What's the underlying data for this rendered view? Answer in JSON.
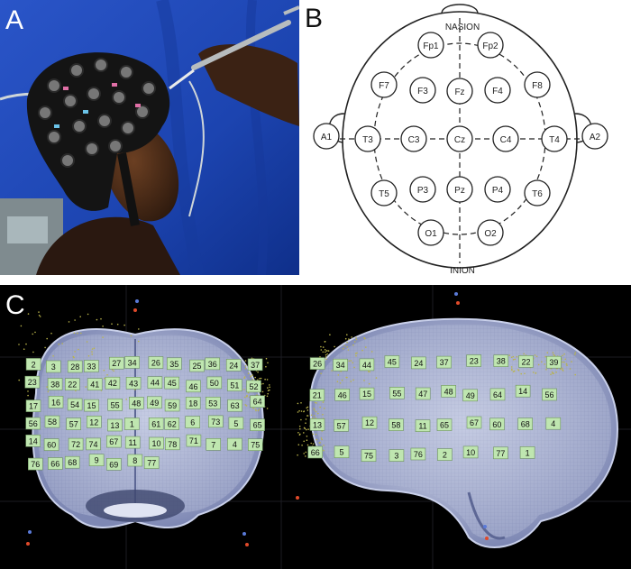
{
  "panels": {
    "a": {
      "label": "A"
    },
    "b": {
      "label": "B"
    },
    "c": {
      "label": "C"
    }
  },
  "montage": {
    "nasion": "NASION",
    "inion": "INION",
    "electrodes": [
      "Fp1",
      "Fp2",
      "F7",
      "F3",
      "Fz",
      "F4",
      "F8",
      "A1",
      "T3",
      "C3",
      "Cz",
      "C4",
      "T4",
      "A2",
      "T5",
      "P3",
      "Pz",
      "P4",
      "T6",
      "O1",
      "O2"
    ]
  },
  "brain_front": {
    "labels": [
      "2",
      "3",
      "28",
      "33",
      "27",
      "34",
      "26",
      "35",
      "25",
      "36",
      "24",
      "37",
      "23",
      "38",
      "22",
      "41",
      "42",
      "43",
      "44",
      "45",
      "46",
      "50",
      "51",
      "52",
      "17",
      "16",
      "54",
      "15",
      "55",
      "48",
      "49",
      "59",
      "18",
      "53",
      "63",
      "64",
      "56",
      "58",
      "57",
      "12",
      "13",
      "1",
      "61",
      "62",
      "6",
      "73",
      "5",
      "65",
      "14",
      "60",
      "72",
      "74",
      "67",
      "11",
      "10",
      "78",
      "71",
      "7",
      "4",
      "75",
      "76",
      "66",
      "68",
      "9",
      "69",
      "8",
      "77"
    ]
  },
  "brain_side": {
    "labels": [
      "26",
      "34",
      "44",
      "45",
      "24",
      "37",
      "23",
      "38",
      "22",
      "39",
      "21",
      "46",
      "15",
      "55",
      "47",
      "48",
      "49",
      "64",
      "14",
      "56",
      "13",
      "57",
      "12",
      "58",
      "11",
      "65",
      "67",
      "60",
      "68",
      "4",
      "66",
      "5",
      "75",
      "3",
      "76",
      "2",
      "10",
      "77",
      "1"
    ]
  },
  "colors": {
    "photo_background": "#1a3fa8",
    "electrode_label_fill": "#bfe6b0",
    "scene_background": "#000000"
  }
}
